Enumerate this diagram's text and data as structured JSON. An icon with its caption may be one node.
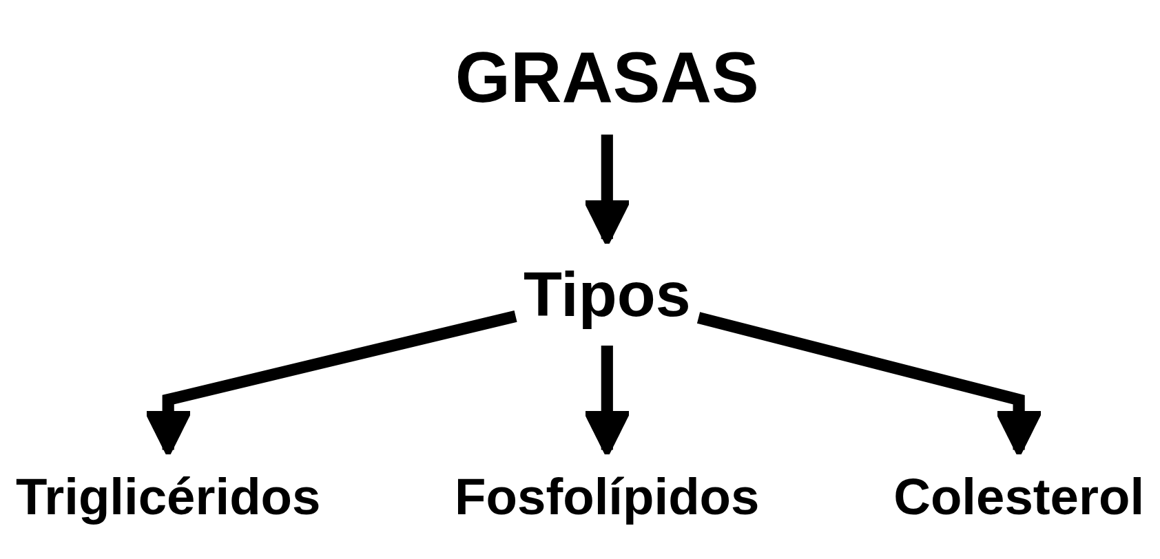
{
  "diagram": {
    "nodes": [
      {
        "text": [
          "GRASAS"
        ]
      },
      {
        "text": [
          "Tipos"
        ]
      },
      {
        "text": [
          "Triglicéridos"
        ]
      },
      {
        "text": [
          "Colesterol"
        ]
      },
      {
        "text": [
          "Fosfolípidos"
        ]
      }
    ],
    "edges": [
      {
        "from": 0,
        "to": 1,
        "arrow": "to"
      },
      {
        "from": 1,
        "to": 2,
        "arrow": "to"
      },
      {
        "from": 1,
        "to": 4,
        "arrow": "to"
      },
      {
        "from": 1,
        "to": 3,
        "arrow": "to"
      }
    ]
  }
}
